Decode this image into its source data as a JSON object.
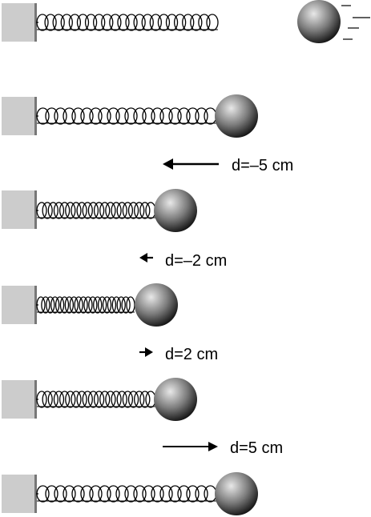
{
  "colors": {
    "wall_fill": "#cccccc",
    "wall_edge": "#777777",
    "spring": "#000000",
    "ball_light": "#e8e8e8",
    "ball_dark": "#111111",
    "arrow": "#000000"
  },
  "labels": {
    "d_minus_5": "d=–5 cm",
    "d_minus_2": "d=–2 cm",
    "d_plus_2": "d=2 cm",
    "d_plus_5": "d=5 cm"
  }
}
